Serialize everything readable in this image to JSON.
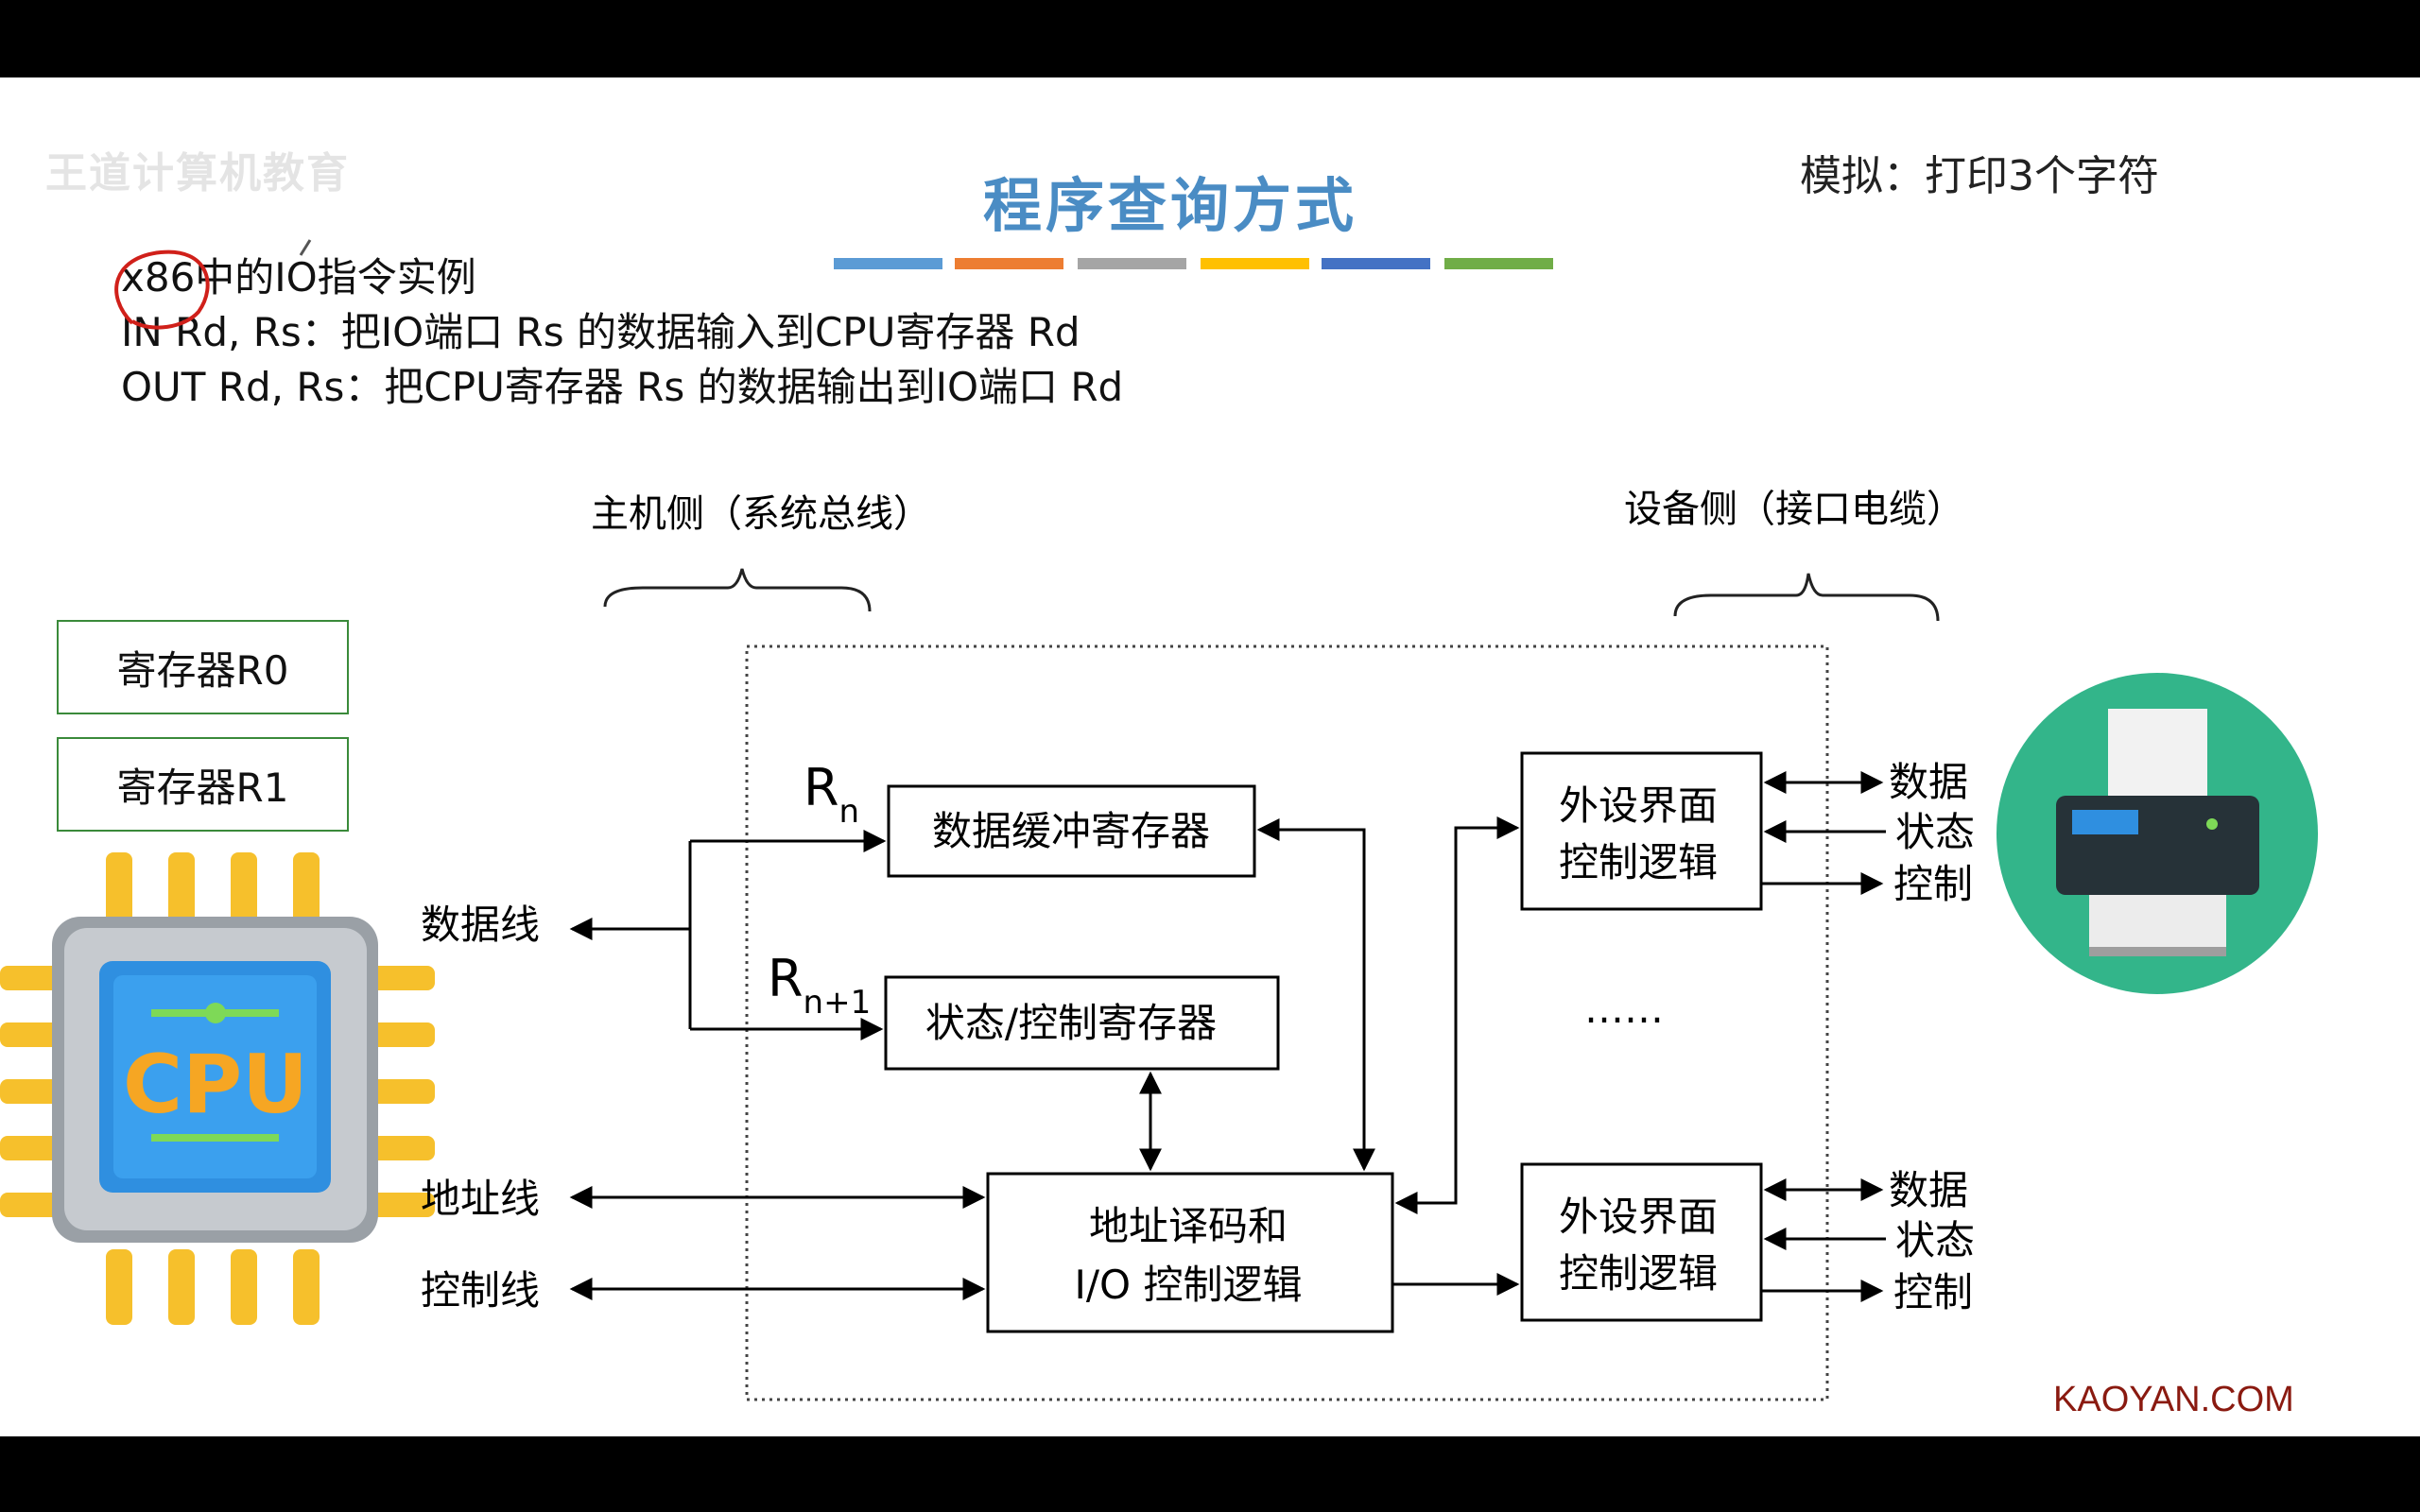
{
  "header": {
    "logo_text": "王道计算机教育",
    "title": "程序查询方式",
    "subtitle": "模拟：打印3个字符",
    "color_bars": [
      "#5b9bd5",
      "#ed7d31",
      "#a5a5a5",
      "#ffc000",
      "#4472c4",
      "#70ad47"
    ]
  },
  "instructions": {
    "heading": "x86中的IO指令实例",
    "in_line": "IN Rd, Rs：把IO端口 Rs 的数据输入到CPU寄存器 Rd",
    "out_line": "OUT Rd, Rs：把CPU寄存器 Rs 的数据输出到IO端口 Rd"
  },
  "registers": [
    "寄存器R0",
    "寄存器R1"
  ],
  "cpu": {
    "label": "CPU"
  },
  "diagram": {
    "host_side": "主机侧（系统总线）",
    "device_side": "设备侧（接口电缆）",
    "data_line": "数据线",
    "address_line": "地址线",
    "control_line": "控制线",
    "rn": "R",
    "rn_sub": "n",
    "rn1": "R",
    "rn1_sub": "n+1",
    "data_buffer": "数据缓冲寄存器",
    "status_control": "状态/控制寄存器",
    "decode_line1": "地址译码和",
    "decode_line2": "I/O 控制逻辑",
    "peripheral_line1": "外设界面",
    "peripheral_line2": "控制逻辑",
    "ellipsis": "……",
    "signal_data": "数据",
    "signal_status": "状态",
    "signal_control": "控制"
  },
  "footer": {
    "brand": "KAOYAN.COM"
  }
}
